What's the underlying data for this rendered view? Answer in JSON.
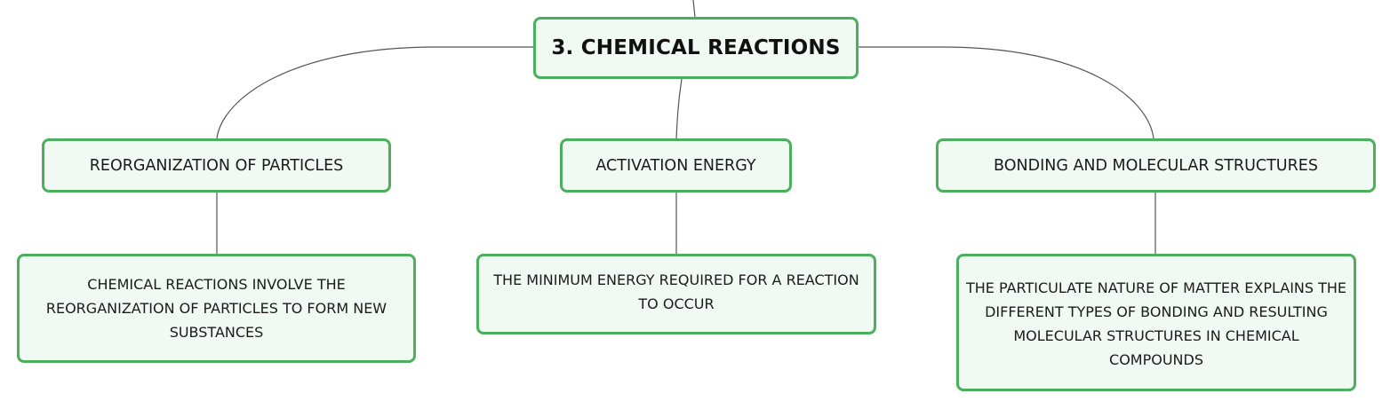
{
  "root": {
    "label": "3. CHEMICAL REACTIONS"
  },
  "topics": [
    {
      "label": "REORGANIZATION OF PARTICLES",
      "detail": "CHEMICAL REACTIONS INVOLVE THE REORGANIZATION OF PARTICLES TO FORM NEW SUBSTANCES"
    },
    {
      "label": "ACTIVATION ENERGY",
      "detail": "THE MINIMUM ENERGY REQUIRED FOR A REACTION TO OCCUR"
    },
    {
      "label": "BONDING AND MOLECULAR STRUCTURES",
      "detail": "THE PARTICULATE NATURE OF MATTER EXPLAINS THE DIFFERENT TYPES OF BONDING AND RESULTING MOLECULAR STRUCTURES IN CHEMICAL COMPOUNDS"
    }
  ],
  "colors": {
    "node_border": "#4caf5e",
    "node_fill": "#f1f9f3",
    "connector": "#555555"
  }
}
